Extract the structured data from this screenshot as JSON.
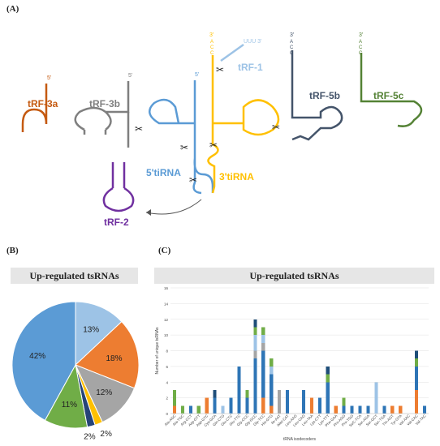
{
  "panels": {
    "a": "(A)",
    "b": "(B)",
    "c": "(C)"
  },
  "diagram": {
    "labels": {
      "trf3a": "tRF-3a",
      "trf3b": "tRF-3b",
      "trf1": "tRF-1",
      "trf5b": "tRF-5b",
      "trf5c": "tRF-5c",
      "trf2": "tRF-2",
      "tirna5": "5'tiRNA",
      "tirna3": "3'tiRNA"
    },
    "ends": {
      "p5": "5'",
      "p3": "3'",
      "uuu": "UUU 3'",
      "a": "A",
      "c": "C"
    },
    "scissors": "✂",
    "colors": {
      "trf3a": "#c55a11",
      "trf3b": "#7f7f7f",
      "tirna5": "#5b9bd5",
      "tirna3": "#ffc000",
      "trf1": "#9dc3e6",
      "trf5b": "#44546a",
      "trf5c": "#548235",
      "trf2": "#7030a0"
    }
  },
  "pie_title": "Up-regulated tsRNAs",
  "bar_title": "Up-regulated tsRNAs",
  "chart_data": [
    {
      "type": "pie",
      "slices": [
        {
          "label": "13%",
          "value": 13,
          "color": "#9dc3e6"
        },
        {
          "label": "18%",
          "value": 18,
          "color": "#ed7d31"
        },
        {
          "label": "12%",
          "value": 12,
          "color": "#a5a5a5"
        },
        {
          "label": "2%",
          "value": 2,
          "color": "#ffc000"
        },
        {
          "label": "2%",
          "value": 2,
          "color": "#264478"
        },
        {
          "label": "11%",
          "value": 11,
          "color": "#70ad47"
        },
        {
          "label": "42%",
          "value": 42,
          "color": "#5b9bd5"
        }
      ]
    },
    {
      "type": "bar",
      "stacked": true,
      "xlabel": "tRNA isodecoders",
      "ylabel": "Number of unique tsRNAs",
      "ylim": [
        0,
        16
      ],
      "yticks": [
        0,
        2,
        4,
        6,
        8,
        10,
        12,
        14,
        16
      ],
      "grid": true,
      "categories": [
        "Ala-AGC",
        "Ala-TGC",
        "Arg-CCT",
        "Asp-GTT",
        "Asp-GTC",
        "Cys-GCA",
        "Gln-CTG",
        "Glu-CTC",
        "Glu-TTC",
        "Gly-CCC",
        "Gly-GCC",
        "Gly-TCC",
        "His-GTG",
        "Ile-AAT",
        "iMet-CAT",
        "Leu-AAG",
        "Leu-CAG",
        "Leu-TAA",
        "Lys-CTT",
        "Lys-TTT",
        "Phe-GAA",
        "Pro-AGG",
        "Pro-TGG",
        "SeC-TCA",
        "Ser-AGA",
        "Ser-GCT",
        "Ser-TGA",
        "Thr-AGT",
        "Tyr-GTA",
        "Val-AAC",
        "Val-CAC",
        "Val-TAC"
      ],
      "series": [
        {
          "color": "#ed7d31",
          "values": [
            1,
            0,
            0,
            0,
            2,
            0,
            0,
            0,
            0,
            0,
            0,
            2,
            1,
            0,
            0,
            0,
            0,
            2,
            0,
            0,
            1,
            0,
            0,
            0,
            0,
            0,
            0,
            1,
            1,
            0,
            3,
            0
          ]
        },
        {
          "color": "#2e75b6",
          "values": [
            0,
            0,
            1,
            0,
            0,
            2,
            0,
            2,
            6,
            2,
            7,
            6,
            4,
            0,
            3,
            0,
            3,
            0,
            2,
            4,
            0,
            1,
            1,
            1,
            1,
            0,
            1,
            0,
            0,
            0,
            3,
            1
          ]
        },
        {
          "color": "#a5a5a5",
          "values": [
            0,
            0,
            0,
            0,
            0,
            0,
            0,
            0,
            0,
            0,
            1,
            1,
            0,
            3,
            0,
            0,
            0,
            0,
            0,
            0,
            0,
            0,
            0,
            0,
            0,
            0,
            0,
            0,
            0,
            0,
            0,
            0
          ]
        },
        {
          "color": "#9dc3e6",
          "values": [
            0,
            0,
            0,
            0,
            0,
            0,
            1,
            0,
            0,
            0,
            2,
            1,
            1,
            0,
            0,
            0,
            0,
            0,
            0,
            0,
            0,
            0,
            0,
            0,
            0,
            4,
            0,
            0,
            0,
            0,
            0,
            0
          ]
        },
        {
          "color": "#70ad47",
          "values": [
            2,
            1,
            0,
            1,
            0,
            0,
            0,
            0,
            0,
            1,
            1,
            1,
            1,
            0,
            0,
            0,
            0,
            0,
            0,
            1,
            0,
            1,
            0,
            0,
            0,
            0,
            0,
            0,
            0,
            0,
            1,
            0
          ]
        },
        {
          "color": "#1f4e79",
          "values": [
            0,
            0,
            0,
            0,
            0,
            1,
            0,
            0,
            0,
            0,
            1,
            0,
            0,
            0,
            0,
            0,
            0,
            0,
            0,
            1,
            0,
            0,
            0,
            0,
            0,
            0,
            0,
            0,
            0,
            0,
            1,
            0
          ]
        }
      ]
    }
  ]
}
